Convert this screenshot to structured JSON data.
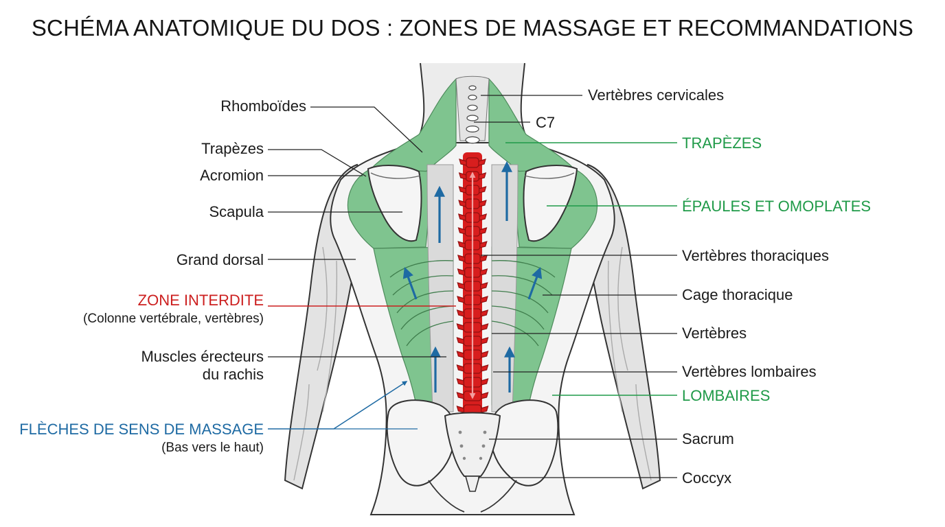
{
  "title": "SCHÉMA ANATOMIQUE DU DOS : ZONES DE MASSAGE ET RECOMMANDATIONS",
  "colors": {
    "massage_zone": "#7fc48f",
    "forbidden_zone": "#d81e1e",
    "massage_arrow": "#1e6aa3",
    "green_label": "#1f9a48",
    "red_label": "#cc1f1f",
    "blue_label": "#1e6aa3",
    "muscle_grey": "#dcdcdc",
    "outline": "#333333"
  },
  "labels_left": {
    "rhomboides": "Rhomboïdes",
    "trapezes": "Trapèzes",
    "acromion": "Acromion",
    "scapula": "Scapula",
    "grand_dorsal": "Grand dorsal",
    "zone_interdite": "ZONE INTERDITE",
    "zone_interdite_note": "(Colonne vertébrale, vertèbres)",
    "erecteurs_line1": "Muscles érecteurs",
    "erecteurs_line2": "du rachis",
    "fleches": "FLÈCHES DE SENS DE MASSAGE",
    "fleches_note": "(Bas vers le haut)"
  },
  "labels_right": {
    "cervicales": "Vertèbres cervicales",
    "c7": "C7",
    "trapezes_zone": "TRAPÈZES",
    "epaules_zone": "ÉPAULES ET OMOPLATES",
    "thoraciques": "Vertèbres thoraciques",
    "cage": "Cage thoracique",
    "vertebres": "Vertèbres",
    "lombaires_v": "Vertèbres lombaires",
    "lombaires_zone": "LOMBAIRES",
    "sacrum": "Sacrum",
    "coccyx": "Coccyx"
  }
}
